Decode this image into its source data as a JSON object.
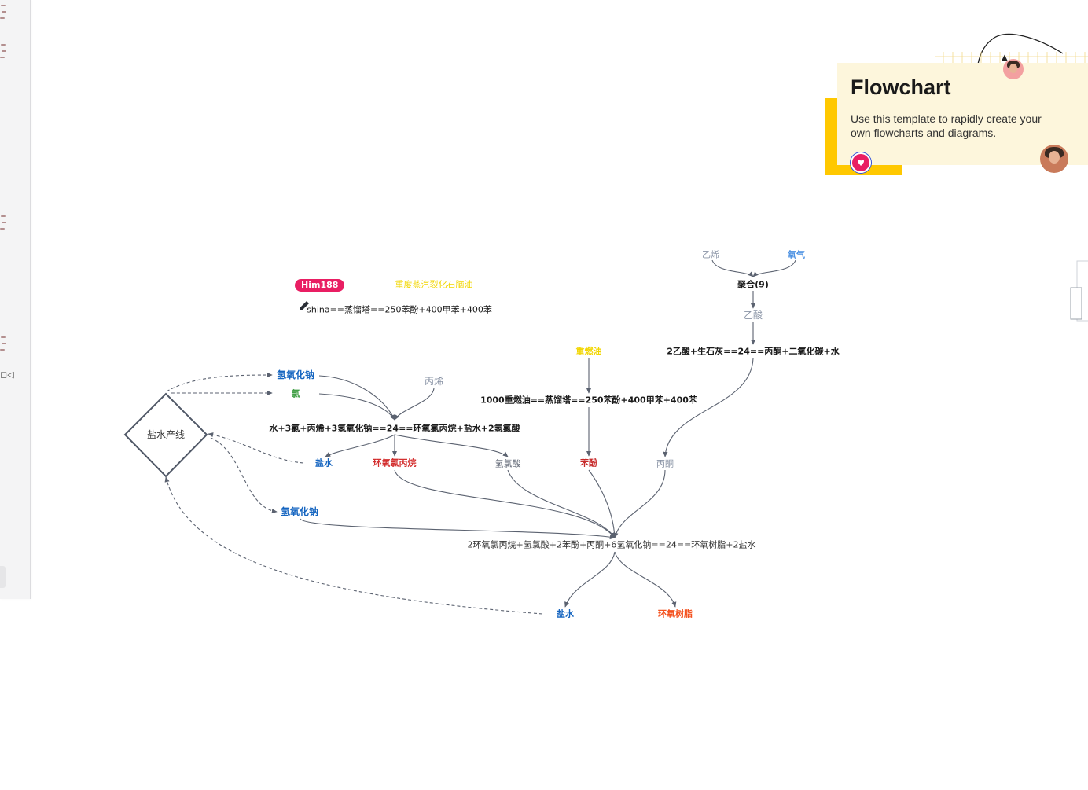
{
  "template_card": {
    "title": "Flowchart",
    "description": "Use this template to rapidly create your own flowcharts and diagrams."
  },
  "collaborator": {
    "name": "Him188",
    "color": "#e91e63"
  },
  "flowchart": {
    "decision_node": "盐水产线",
    "title_note": "重度蒸汽裂化石脑油",
    "pencil_note": "shina==蒸馏塔==250苯酚+400甲苯+400苯",
    "nodes": {
      "naoh_in": "氢氧化钠",
      "chlorine": "氯",
      "propylene": "丙烯",
      "reaction1": "水+3氯+丙烯+3氢氧化钠==24==环氧氯丙烷+盐水+2氢氯酸",
      "brine1": "盐水",
      "epichlorohydrin": "环氧氯丙烷",
      "hcl": "氢氯酸",
      "naoh2": "氢氧化钠",
      "heavy_oil": "重燃油",
      "distill": "1000重燃油==蒸馏塔==250苯酚+400甲苯+400苯",
      "phenol": "苯酚",
      "ethylene": "乙烯",
      "oxygen": "氧气",
      "polymerize": "聚合(9)",
      "acetic_acid": "乙酸",
      "reaction_acetone": "2乙酸+生石灰==24==丙酮+二氧化碳+水",
      "acetone": "丙酮",
      "reaction_final": "2环氧氯丙烷+氢氯酸+2苯酚+丙酮+6氢氧化钠==24==环氧树脂+2盐水",
      "brine2": "盐水",
      "epoxy": "环氧树脂"
    }
  },
  "colors": {
    "edge": "#5b6270",
    "blue": "#1565c0",
    "green": "#43a047",
    "gray": "#8a94a6",
    "red": "#d32f2f",
    "yellow": "#f2d600",
    "orange": "#f4511e",
    "light_blue": "#4a90e2",
    "card_yellow": "#ffc800",
    "card_bg": "#fdf6dc"
  },
  "icons": [
    "pencil-icon",
    "heart-icon",
    "avatar-icon",
    "cursor-icon"
  ]
}
